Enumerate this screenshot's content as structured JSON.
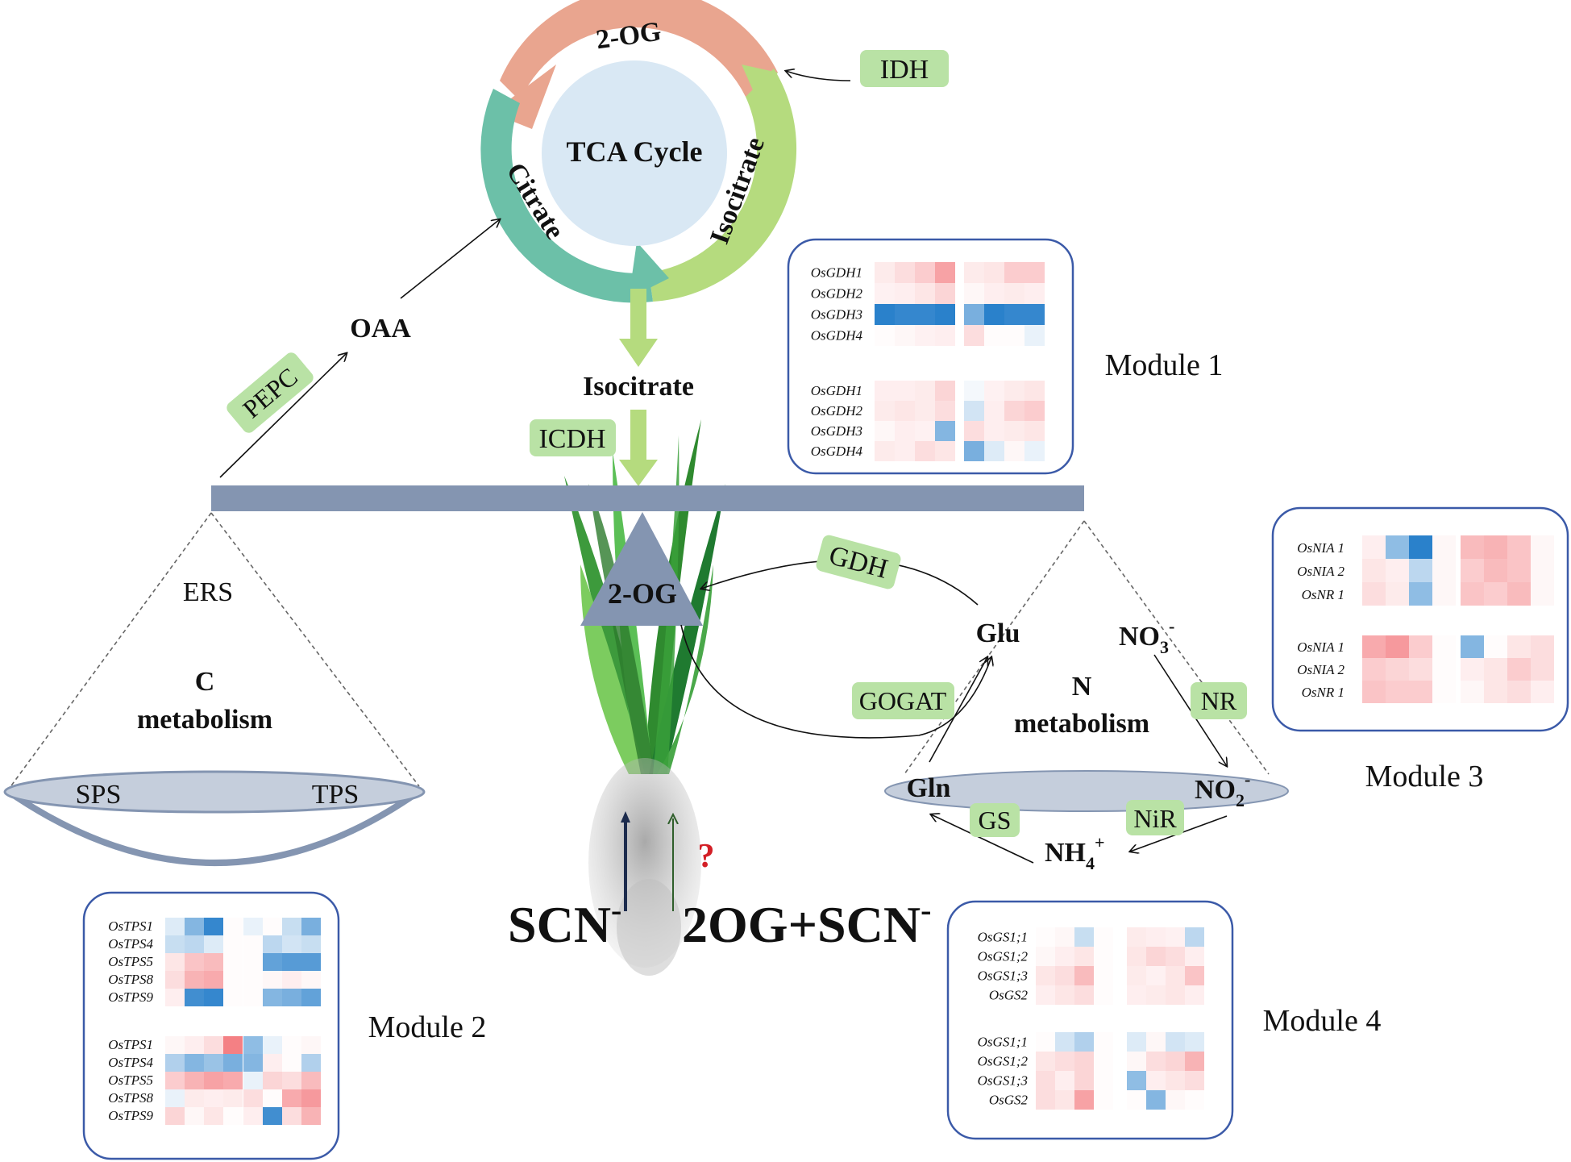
{
  "tca": {
    "center": "TCA Cycle",
    "segments": [
      "2-OG",
      "Isocitrate",
      "Citrate"
    ]
  },
  "enzymes": {
    "idh": "IDH",
    "pepc": "PEPC",
    "icdh": "ICDH",
    "gdh": "GDH",
    "gogat": "GOGAT",
    "nr": "NR",
    "gs": "GS",
    "nir": "NiR"
  },
  "metabolites": {
    "oaa": "OAA",
    "isocitrate": "Isocitrate",
    "two_og": "2-OG",
    "glu": "Glu",
    "gln": "Gln",
    "no3": "NO",
    "no3_sub": "3",
    "no3_sup": "-",
    "no2": "NO",
    "no2_sub": "2",
    "no2_sup": "-",
    "nh4": "NH",
    "nh4_sub": "4",
    "nh4_sup": "+"
  },
  "carbon": {
    "ers": "ERS",
    "title_1": "C",
    "title_2": "metabolism",
    "sps": "SPS",
    "tps": "TPS"
  },
  "nitrogen": {
    "title_1": "N",
    "title_2": "metabolism"
  },
  "treatments": {
    "scn": "SCN",
    "scn_sup": "-",
    "og_scn": "2OG+SCN",
    "og_scn_sup": "-",
    "question": "?"
  },
  "modules": [
    {
      "label": "Module 1",
      "groups": [
        {
          "genes": [
            "OsGDH1",
            "OsGDH2",
            "OsGDH3",
            "OsGDH4"
          ],
          "left": [
            [
              0.12,
              0.2,
              0.3,
              0.55
            ],
            [
              0.08,
              0.1,
              0.15,
              0.25
            ],
            [
              -0.95,
              -0.9,
              -0.9,
              -0.95
            ],
            [
              0.02,
              0.05,
              0.08,
              0.1
            ]
          ],
          "right": [
            [
              0.12,
              0.15,
              0.3,
              0.3
            ],
            [
              0.05,
              0.1,
              0.12,
              0.1
            ],
            [
              -0.6,
              -0.95,
              -0.9,
              -0.9
            ],
            [
              0.2,
              0.02,
              0.02,
              -0.1
            ]
          ]
        },
        {
          "genes": [
            "OsGDH1",
            "OsGDH2",
            "OsGDH3",
            "OsGDH4"
          ],
          "left": [
            [
              0.1,
              0.1,
              0.12,
              0.25
            ],
            [
              0.12,
              0.15,
              0.12,
              0.2
            ],
            [
              0.05,
              0.1,
              0.08,
              -0.55
            ],
            [
              0.12,
              0.1,
              0.2,
              0.15
            ]
          ],
          "right": [
            [
              -0.05,
              0.08,
              0.12,
              0.15
            ],
            [
              -0.2,
              0.1,
              0.25,
              0.3
            ],
            [
              0.2,
              0.1,
              0.12,
              0.15
            ],
            [
              -0.6,
              -0.15,
              0.05,
              -0.1
            ]
          ]
        }
      ]
    },
    {
      "label": "Module 2",
      "groups": [
        {
          "genes": [
            "OsTPS1",
            "OsTPS4",
            "OsTPS5",
            "OsTPS8",
            "OsTPS9"
          ],
          "left": [
            [
              -0.15,
              -0.55,
              -0.9,
              0.02
            ],
            [
              -0.25,
              -0.3,
              -0.15,
              0.02
            ],
            [
              0.15,
              0.35,
              0.4,
              0.02
            ],
            [
              0.2,
              0.45,
              0.5,
              0.02
            ],
            [
              0.1,
              -0.85,
              -0.9,
              0.02
            ]
          ],
          "right": [
            [
              -0.1,
              0.02,
              -0.25,
              -0.6
            ],
            [
              0.02,
              -0.3,
              -0.2,
              -0.25
            ],
            [
              0.02,
              -0.7,
              -0.75,
              -0.75
            ],
            [
              0.02,
              0.05,
              0.1,
              0.05
            ],
            [
              0.02,
              -0.55,
              -0.6,
              -0.7
            ]
          ]
        },
        {
          "genes": [
            "OsTPS1",
            "OsTPS4",
            "OsTPS5",
            "OsTPS8",
            "OsTPS9"
          ],
          "left": [
            [
              0.05,
              0.1,
              0.2,
              0.75
            ],
            [
              -0.35,
              -0.55,
              -0.45,
              -0.6
            ],
            [
              0.3,
              0.45,
              0.55,
              0.5
            ],
            [
              -0.1,
              0.12,
              0.1,
              0.12
            ],
            [
              0.25,
              0.05,
              0.15,
              0.02
            ]
          ],
          "right": [
            [
              -0.5,
              -0.1,
              0.02,
              0.05
            ],
            [
              -0.55,
              0.1,
              0.02,
              -0.35
            ],
            [
              -0.1,
              0.25,
              0.2,
              0.4
            ],
            [
              0.2,
              0.02,
              0.5,
              0.6
            ],
            [
              0.1,
              -0.85,
              0.2,
              0.45
            ]
          ]
        }
      ]
    },
    {
      "label": "Module 3",
      "groups": [
        {
          "genes": [
            "OsNIA 1",
            "OsNIA 2",
            "OsNR 1"
          ],
          "left": [
            [
              0.1,
              -0.5,
              -0.95,
              0.05
            ],
            [
              0.15,
              0.1,
              -0.3,
              0.05
            ],
            [
              0.2,
              0.12,
              -0.5,
              0.05
            ]
          ],
          "right": [
            [
              0.4,
              0.45,
              0.35,
              0.05
            ],
            [
              0.3,
              0.4,
              0.35,
              0.05
            ],
            [
              0.35,
              0.3,
              0.4,
              0.05
            ]
          ]
        },
        {
          "genes": [
            "OsNIA 1",
            "OsNIA 2",
            "OsNR 1"
          ],
          "left": [
            [
              0.5,
              0.6,
              0.3,
              0.02
            ],
            [
              0.3,
              0.25,
              0.2,
              0.02
            ],
            [
              0.35,
              0.3,
              0.3,
              0.02
            ]
          ],
          "right": [
            [
              -0.55,
              0.02,
              0.15,
              0.2
            ],
            [
              0.1,
              0.15,
              0.3,
              0.2
            ],
            [
              0.05,
              0.15,
              0.2,
              0.1
            ]
          ]
        }
      ]
    },
    {
      "label": "Module 4",
      "groups": [
        {
          "genes": [
            "OsGS1;1",
            "OsGS1;2",
            "OsGS1;3",
            "OsGS2"
          ],
          "left": [
            [
              0.02,
              0.05,
              -0.25,
              0.02
            ],
            [
              0.05,
              0.1,
              0.15,
              0.02
            ],
            [
              0.15,
              0.2,
              0.4,
              0.02
            ],
            [
              0.1,
              0.15,
              0.2,
              0.02
            ]
          ],
          "right": [
            [
              0.12,
              0.1,
              0.08,
              -0.3
            ],
            [
              0.15,
              0.25,
              0.2,
              0.1
            ],
            [
              0.12,
              0.08,
              0.15,
              0.35
            ],
            [
              0.1,
              0.12,
              0.15,
              0.1
            ]
          ]
        },
        {
          "genes": [
            "OsGS1;1",
            "OsGS1;2",
            "OsGS1;3",
            "OsGS2"
          ],
          "left": [
            [
              0.02,
              -0.2,
              -0.35,
              0.02
            ],
            [
              0.15,
              0.2,
              0.25,
              0.02
            ],
            [
              0.2,
              0.1,
              0.25,
              0.02
            ],
            [
              0.2,
              0.15,
              0.55,
              0.02
            ]
          ],
          "right": [
            [
              -0.15,
              0.05,
              -0.2,
              -0.15
            ],
            [
              0.05,
              0.2,
              0.25,
              0.45
            ],
            [
              -0.5,
              0.1,
              0.15,
              0.2
            ],
            [
              0.02,
              -0.55,
              0.05,
              0.02
            ]
          ]
        }
      ]
    }
  ],
  "colors": {
    "enzyme_fill": "#b9e2a5",
    "beam": "#8495b1",
    "tca_salmon": "#e9a58f",
    "tca_green": "#b5db7e",
    "tca_teal": "#6cc0a8",
    "tca_center": "#d9e8f4",
    "heat_red": "#f0555b",
    "heat_blue": "#1f7ac8",
    "arrow_dark": "#1c2b4d",
    "arrow_green": "#2e5e2a",
    "question_red": "#d31f26",
    "module_border": "#3b5aa8"
  }
}
